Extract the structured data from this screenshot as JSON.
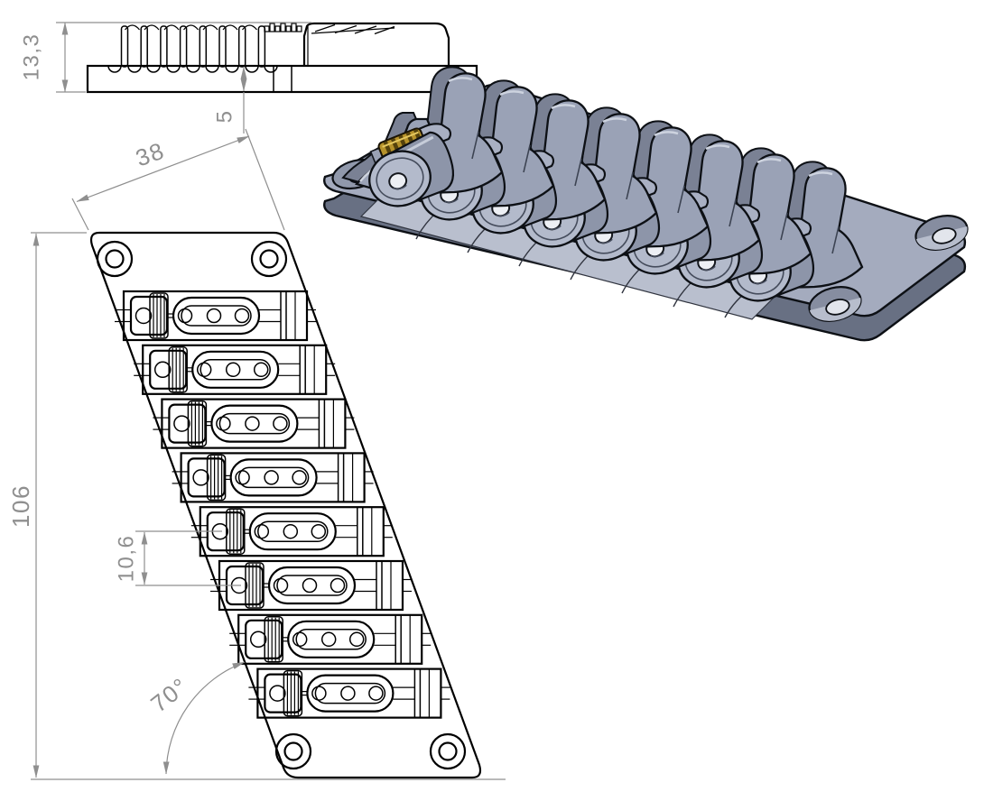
{
  "drawing": {
    "background": "#ffffff",
    "line_color": "#000000",
    "dimension_color": "#8f8f8f"
  },
  "views": {
    "side": {
      "name": "side-profile-view",
      "dims": {
        "height": "13,3",
        "base_thickness": "5"
      },
      "fin_count": 8
    },
    "plan": {
      "name": "top-plan-view",
      "dims": {
        "top_width": "38",
        "length": "106",
        "saddle_spacing": "10,6",
        "edge_angle": "70°"
      },
      "saddle_rows": 8,
      "mounting_holes": 4
    },
    "iso": {
      "name": "shaded-isometric-view",
      "saddle_count": 8,
      "visible_mounting_holes": 3,
      "colors": {
        "body": "#9aa2b6",
        "body_light": "#b3bacb",
        "body_dark": "#687083",
        "brass": "#b6922b",
        "brass_dark": "#55420c",
        "outline": "#0d1015"
      }
    }
  }
}
